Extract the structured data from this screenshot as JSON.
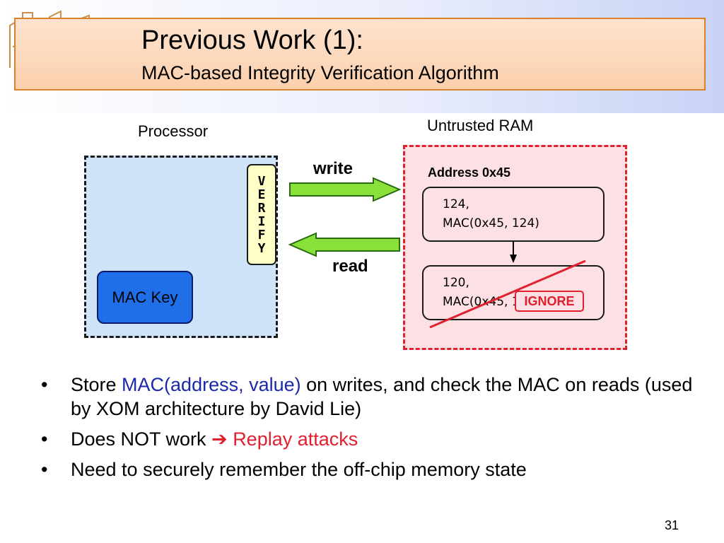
{
  "header": {
    "title": "Previous Work (1):",
    "subtitle": "MAC-based Integrity Verification Algorithm"
  },
  "diagram": {
    "processor_label": "Processor",
    "ram_label": "Untrusted RAM",
    "verify_letters": [
      "V",
      "E",
      "R",
      "I",
      "F",
      "Y"
    ],
    "mac_key": "MAC Key",
    "write_label": "write",
    "read_label": "read",
    "address_label": "Address 0x45",
    "memory_entry_1": {
      "line1": "124,",
      "line2": "MAC(0x45, 124)"
    },
    "memory_entry_2": {
      "line1": "120,",
      "line2": "MAC(0x45, 120)"
    },
    "ignore_label": "IGNORE"
  },
  "bullets": {
    "b1_pre": "Store ",
    "b1_highlight": "MAC(address, value)",
    "b1_post": " on writes, and check the MAC on reads (used by XOM architecture by David Lie)",
    "b2_pre": "Does NOT work ",
    "b2_arrow": "➔",
    "b2_highlight": "Replay attacks",
    "b3": "Need to securely remember the off-chip memory state"
  },
  "page_number": "31",
  "colors": {
    "banner": "#fbd0ad",
    "banner_border": "#d9822b",
    "processor_fill": "#cfe3f8",
    "ram_fill": "#fde0e3",
    "ram_border": "#e0202e",
    "mac_key_fill": "#1e6fe8",
    "verify_fill": "#ffffc8",
    "arrow_fill": "#88e038",
    "highlight_blue": "#1a2aa8",
    "highlight_red": "#e0202e"
  }
}
